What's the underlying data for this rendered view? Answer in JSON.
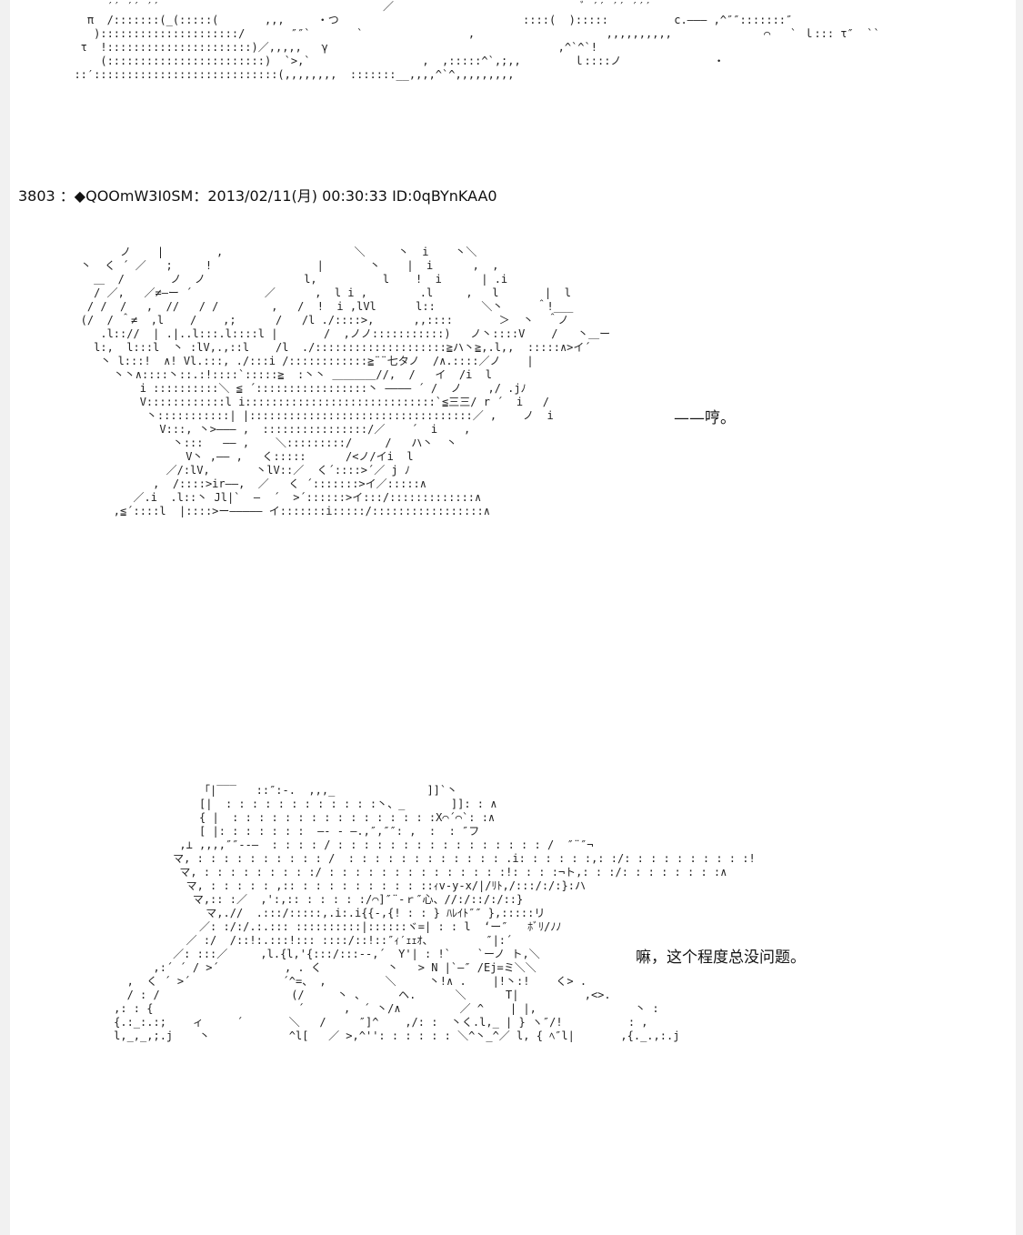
{
  "top_art": {
    "lines": [
      "       ′′ ′′ ′′                                  ／                             ﾞ ′′ ′′ ′′′",
      "    π  /:::::::(_(:::::(       ,,,     ・つ                            ::::(  ):::::          c.——— ,^″″:::::::″",
      "     ):::::::::::::::::::::/       ″″`       `                ,                    ,,,,,,,,,,              ⌒   ` ｌ::: τ″  ``",
      "   τ  !::::::::::::::::::::::)／,,,,,   γ                                   ,^`^`!",
      "      (::::::::::::::::::::::::)  `>,`                 ,  ,:::::^`,;,,        ｌ::::ノ              ・",
      "  ::′::::::::::::::::::::::::::::(,,,,,,,,  :::::::__,,,,^`^,,,,,,,,,"
    ]
  },
  "post_header": "3803 ：◆QOOmW3I0SM：2013/02/11(月) 00:30:33 ID:0qBYnKAA0",
  "art_1": {
    "lines": [
      "         ノ    |        ,                    ＼     丶  i    丶＼",
      "   丶  く ´ ／   ;     !                |       丶    |  i      ,  ,",
      "     ＿  /       ノ  ノ               l,          l    !  i      | .i",
      "     / ／,   ／≠—ー ´           ／      ,  l i ,        .l     ,   l       |  l",
      "    / /  /   ,  //   / /        ,   /  !  i ,lVl      l::       ＼丶     ＾!___",
      "   (/  / ＾≠  ,l    /    ,;      /   /l ./::::>,      ,,::::       ＞  丶  ＾ノ",
      "      .l:://  | .|..l:::.l::::l |       /  ,ノノ:::::::::::)   ノ丶::::V    /   丶＿ー",
      "     l:,  l:::l  丶 :lV,.,::l    /l  ./::::::::::::::::::::≧ハ丶≧,.l,,  :::::∧>イ´",
      "      丶 l:::!  ∧! Vl.:::, ./:::i /::::::::::::≧¨¨七タノ  /∧.::::／ノ    |",
      "        丶丶∧::::丶::.:!::::`:::::≧  :丶丶 ＿＿＿＿//,  /   イ  /i  l",
      "            i ::::::::::＼ ≦ ´:::::::::::::::::丶 ―――― ´ /  ノ    ,/ .jﾉ",
      "            V::::::::::::l i:::::::::::::::::::::::::::::`≦三三/ r ´  i   /",
      "             丶:::::::::::| |::::::::::::::::::::::::::::::::::／ ,    ノ  i",
      "               V:::, 丶>――― ,  ::::::::::::::::/／    ´  i    ,",
      "                 丶:::   ―― ,    ＼:::::::::/     /   ハ丶  丶",
      "                   V丶 ,―― ,   く:::::      /<ノ/イi  l",
      "                ／/:lV,       丶lV::／  く´::::>´／ j ﾉ",
      "              ,  /::::>ir――,  ／   く ´:::::::>イ／:::::∧",
      "           ／.i  .l::丶 Jl|`  ―  ´  >´::::::>イ:::/:::::::::::::∧",
      "        ,≦´::::l  |::::>ー――――― イ:::::::i:::::/:::::::::::::::::∧"
    ]
  },
  "dialogue_1": "——哼。",
  "art_2": {
    "lines": [
      "                  「|‾‾‾   ::″:-.  ,,,_              ]]`丶",
      "                  [|  : : : : : : : : : : : :丶、_       ]]: : ∧",
      "                  { |  : : : : : : : : : : : : : : : :X⌒´⌒`: :∧",
      "                  [ |: : : : : : :  ―‐ - ―.,″,″″: ,  :  : ″フ",
      "               ,⊥ ,,,,″″‐-―  : : : : / : : : : : : : : : : : : : : : : /  ″¨″¬",
      "              マ, : : : : : : : : : : /  : : : : : : : : : : : : .i: : : : : :,: :/: : : : : : : : : :!",
      "               マ, : : : : : : : : :/ : : : : : : : : : : : : : :!: : : :¬ト,: : :/: : : : : : : :∧",
      "                マ, : : : : : ,:: : : : : : : : : : ::ｨv-y-x/|/ﾘﾄ,/:::/:/:}:ハ",
      "                 マ,:: :／  ,':,:: : : : : :/⌒]″¨‐ｒ″心、//:/::/:/::}",
      "                   マ,.//  .:::/:::::,.i:.i{{-,{! : : } ﾊﾚｲﾄ″″ },:::::リ",
      "                  ／: :/:/.:.::: ::::::::::|::::::ヾ=| : : l  ‘ー″   ﾎﾞﾘ/ﾉﾉ",
      "                ／ :/  /::!:.:::!::: ::::/::!::″ｨ′ｪｪｵ、        ″|:´",
      "              ／: :::／     ,l.{l,'{:::/:::‐-,´  Y'| : !`    `ーノ ト,＼",
      "           ,:´ ´ / >´          , . く          丶   > N |`―″ /Ej=ミ＼＼",
      "       ,  く ´ >´              ´^=、 ,         ＼     丶!∧ .    |!丶:!    く> .",
      "       / : /                    (/     丶 、     ヘ.      ＼      T|          ,<>.",
      "     ,: : {                      ´      ,  ´ 丶/∧         ／ ^    | |,               丶 :",
      "     {.:_:.:;    ィ     ´       ＼   /     ″]^    ,/: :  丶く.l,_ | } ヽ″/!          : ,",
      "     l,_,_,;.j    丶            ^l[   ／ >,^'': : : : : : ＼^丶_^／ l, { ﾍ″l|       ,{._.,:.j"
    ]
  },
  "dialogue_2": "嘛，这个程度总没问题。"
}
